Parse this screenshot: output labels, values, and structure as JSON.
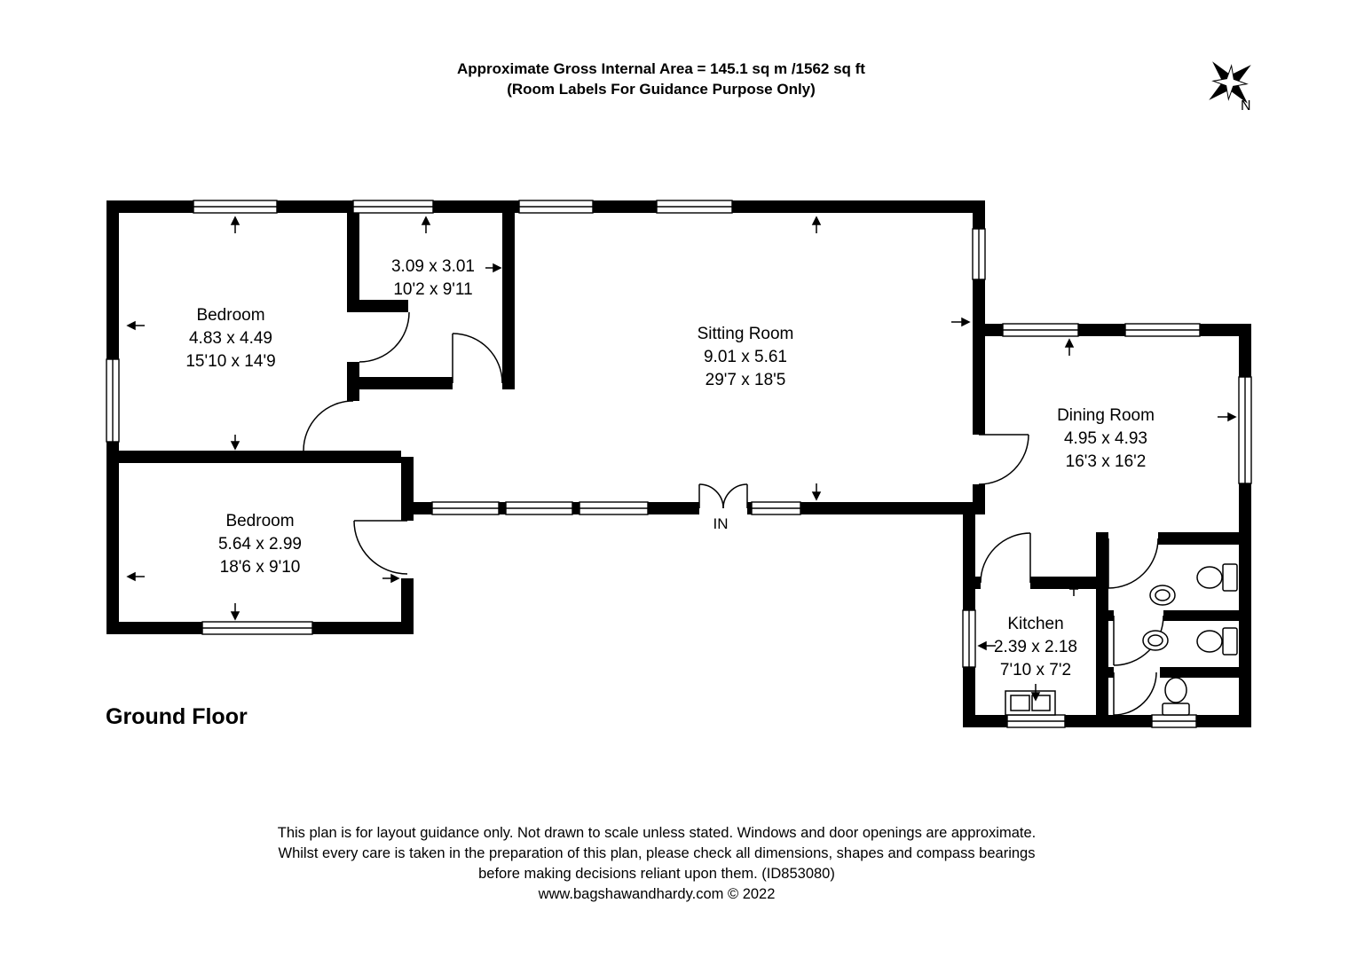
{
  "header": {
    "line1": "Approximate Gross Internal Area = 145.1 sq m /1562 sq ft",
    "line2": "(Room Labels For Guidance Purpose Only)"
  },
  "compass": {
    "north_label": "N"
  },
  "plan": {
    "floor_label": "Ground Floor",
    "entrance_label": "IN",
    "rooms": [
      {
        "name": "Bedroom",
        "metric": "4.83 x 4.49",
        "imperial": "15'10 x 14'9"
      },
      {
        "name": "",
        "metric": "3.09 x 3.01",
        "imperial": "10'2 x 9'11"
      },
      {
        "name": "Sitting Room",
        "metric": "9.01 x 5.61",
        "imperial": "29'7 x 18'5"
      },
      {
        "name": "Dining Room",
        "metric": "4.95 x 4.93",
        "imperial": "16'3 x 16'2"
      },
      {
        "name": "Bedroom",
        "metric": "5.64 x 2.99",
        "imperial": "18'6 x 9'10"
      },
      {
        "name": "Kitchen",
        "metric": "2.39 x 2.18",
        "imperial": "7'10 x 7'2"
      }
    ]
  },
  "footer": {
    "line1": "This plan is for layout guidance only. Not drawn to scale unless stated. Windows and door openings are approximate.",
    "line2": "Whilst every care is taken in the preparation of this plan, please check all dimensions, shapes and compass bearings",
    "line3": "before making decisions reliant upon them. (ID853080)",
    "line4": "www.bagshawandhardy.com © 2022"
  },
  "colors": {
    "wall": "#000000",
    "background": "#ffffff"
  }
}
